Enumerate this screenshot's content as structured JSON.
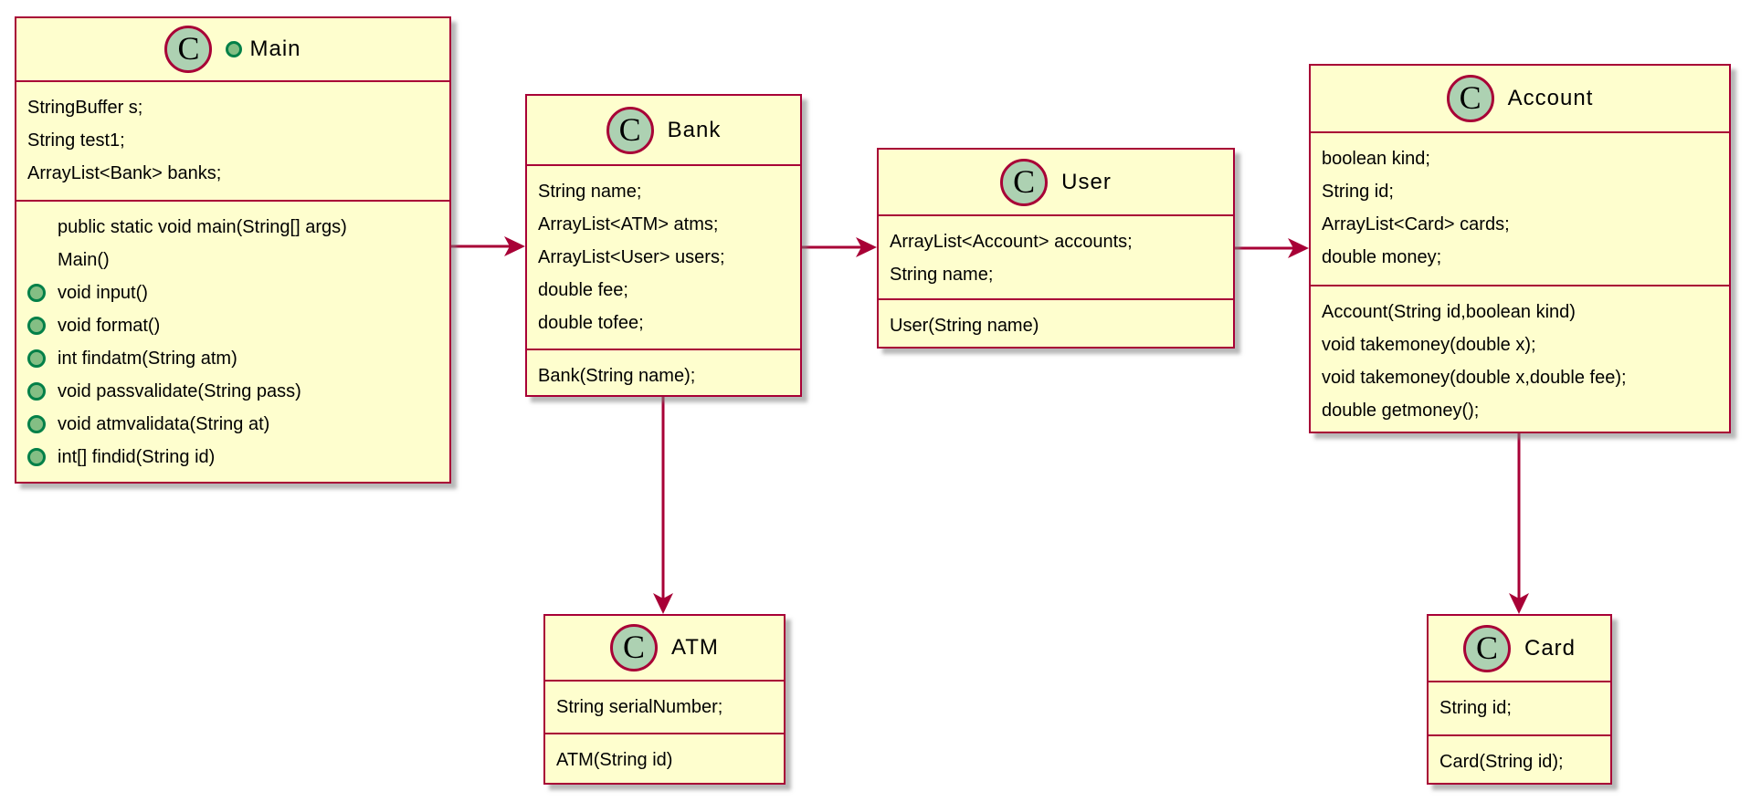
{
  "colors": {
    "canvas_background": "#ffffff",
    "box_fill": "#fefece",
    "box_border": "#a80036",
    "arrow": "#a80036",
    "class_circle_fill": "#add1b2",
    "class_circle_border": "#a80036",
    "visibility_dot_fill": "#84be84",
    "visibility_dot_border": "#038048",
    "text": "#000000"
  },
  "classes": {
    "main": {
      "letter": "C",
      "name": "Main",
      "fields": [
        "StringBuffer s;",
        "String test1;",
        "ArrayList<Bank> banks;"
      ],
      "methods": [
        "public static void main(String[] args)",
        "Main()",
        "void input()",
        "void format()",
        "int findatm(String atm)",
        "void passvalidate(String pass)",
        "void atmvalidata(String at)",
        "int[] findid(String id)"
      ]
    },
    "bank": {
      "letter": "C",
      "name": "Bank",
      "fields": [
        "String name;",
        "ArrayList<ATM> atms;",
        "ArrayList<User> users;",
        "double fee;",
        "double tofee;"
      ],
      "methods": [
        "Bank(String name);"
      ]
    },
    "user": {
      "letter": "C",
      "name": "User",
      "fields": [
        "ArrayList<Account> accounts;",
        "String name;"
      ],
      "methods": [
        "User(String name)"
      ]
    },
    "account": {
      "letter": "C",
      "name": "Account",
      "fields": [
        "boolean kind;",
        "String id;",
        "ArrayList<Card> cards;",
        "double money;"
      ],
      "methods": [
        "Account(String id,boolean kind)",
        "void takemoney(double x);",
        "void takemoney(double x,double fee);",
        "double getmoney();"
      ]
    },
    "atm": {
      "letter": "C",
      "name": "ATM",
      "fields": [
        "String serialNumber;"
      ],
      "methods": [
        "ATM(String id)"
      ]
    },
    "card": {
      "letter": "C",
      "name": "Card",
      "fields": [
        "String id;"
      ],
      "methods": [
        "Card(String id);"
      ]
    }
  },
  "relations": [
    {
      "from": "Main",
      "to": "Bank",
      "type": "arrow"
    },
    {
      "from": "Bank",
      "to": "User",
      "type": "arrow"
    },
    {
      "from": "User",
      "to": "Account",
      "type": "arrow"
    },
    {
      "from": "Bank",
      "to": "ATM",
      "type": "arrow"
    },
    {
      "from": "Account",
      "to": "Card",
      "type": "arrow"
    }
  ]
}
